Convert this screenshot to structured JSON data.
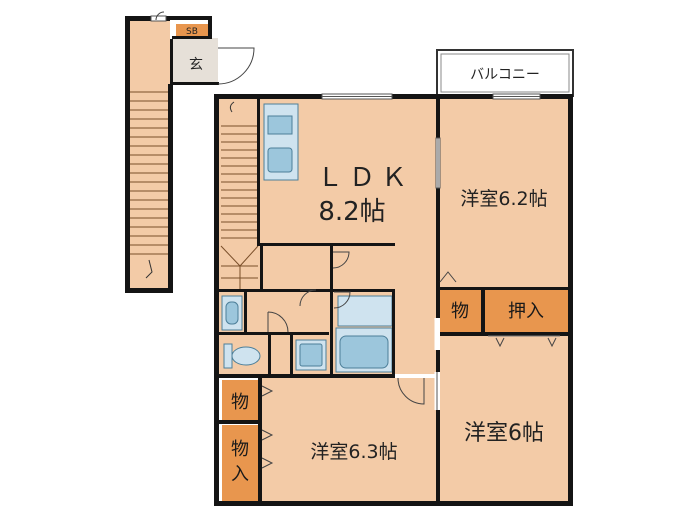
{
  "labels": {
    "ldk_name": "ＬＤＫ",
    "ldk_size": "8.2帖",
    "western_1": "洋室6.2帖",
    "western_2": "洋室6帖",
    "western_3": "洋室6.3帖",
    "balcony": "バルコニー",
    "entrance": "玄",
    "shoe_box": "SB",
    "storage_1": "物",
    "closet_1": "押入",
    "storage_2": "物",
    "closet_2_line1": "物",
    "closet_2_line2": "入"
  },
  "colors": {
    "floor": "#F3CBA7",
    "storage": "#E8964E",
    "wall": "#141414",
    "wet_area": "#CFE3EF",
    "fixture": "#9CC6DC",
    "background": "#FFFFFF"
  }
}
